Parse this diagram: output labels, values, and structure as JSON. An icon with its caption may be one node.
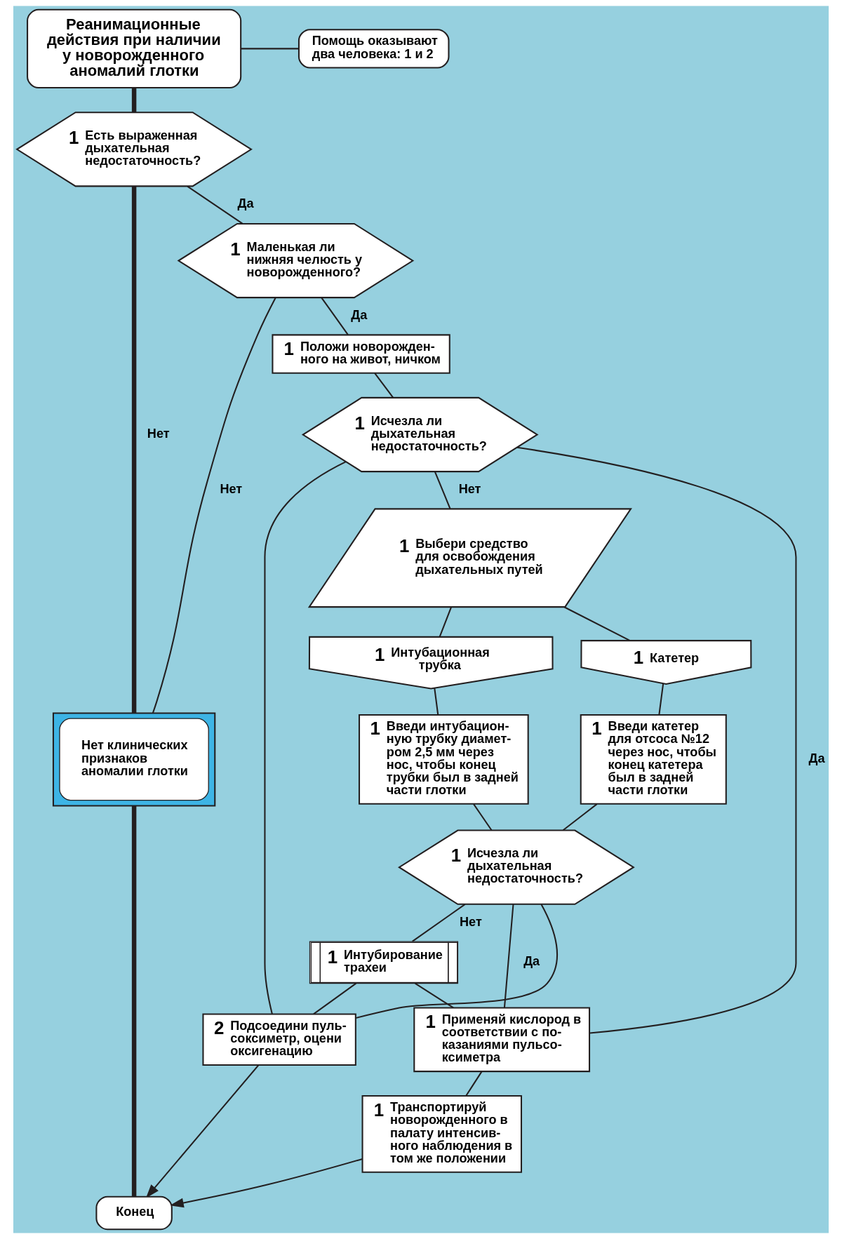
{
  "diagram": {
    "nodes": [
      {
        "text": [
          "Реанимационные действия при наличии у новорожденного аномалий глотки"
        ]
      },
      {
        "text": [
          "Помощь оказывают два человека: 1 и 2"
        ]
      },
      {
        "text": [
          "1",
          "Есть выраженная дыхательная недостаточность?"
        ]
      },
      {
        "text": [
          "1",
          "Маленькая ли нижняя челюсть у новорожденного?"
        ]
      },
      {
        "text": [
          "1",
          "Положи новорожден- ного на живот, ничком"
        ]
      },
      {
        "text": [
          "1",
          "Исчезла ли дыхательная недостаточность?"
        ]
      },
      {
        "text": [
          "1",
          "Выбери средство для освобождения дыхательных путей"
        ]
      },
      {
        "text": [
          "1",
          "Интубационная трубка"
        ]
      },
      {
        "text": [
          "1",
          "Катетер"
        ]
      },
      {
        "text": [
          "Нет клинических признаков аномалии глотки"
        ]
      },
      {
        "text": [
          "1",
          "Введи интубацион- ную трубку диамет- ром 2,5 мм через нос, чтобы конец трубки был в задней части глотки"
        ]
      },
      {
        "text": [
          "1",
          "Введи катетер для отсоса №12 через нос, чтобы конец катетера был в задней части глотки"
        ]
      },
      {
        "text": [
          "1",
          "Исчезла ли дыхательная недостаточность?"
        ]
      },
      {
        "text": [
          "1",
          "Интубирование трахеи"
        ]
      },
      {
        "text": [
          "1",
          "Применяй кислород в соответствии с по- казаниями пульсо- ксиметра"
        ]
      },
      {
        "text": [
          "2",
          "Подсоедини пуль- соксиметр, оцени оксигенацию"
        ]
      },
      {
        "text": [
          "1",
          "Транспортируй новорожденного в палату интенсив- ного наблюдения в том же положении"
        ]
      },
      {
        "text": [
          "Конец"
        ]
      }
    ],
    "edges": [
      {
        "from": 0,
        "to": 1,
        "arrow": "none"
      },
      {
        "from": 0,
        "to": 2,
        "arrow": "none",
        "style": "thick"
      },
      {
        "from": 2,
        "to": 3,
        "arrow": "none",
        "label": "Да"
      },
      {
        "from": 2,
        "to": 9,
        "arrow": "none",
        "label": "Нет",
        "style": "thick"
      },
      {
        "from": 3,
        "to": 9,
        "arrow": "none",
        "label": "Нет"
      },
      {
        "from": 3,
        "to": 4,
        "arrow": "none",
        "label": "Да"
      },
      {
        "from": 4,
        "to": 5,
        "arrow": "none"
      },
      {
        "from": 5,
        "to": 6,
        "arrow": "none",
        "label": "Нет"
      },
      {
        "from": 5,
        "to": 14,
        "arrow": "none",
        "label": "Да"
      },
      {
        "from": 5,
        "to": 15,
        "arrow": "none"
      },
      {
        "from": 6,
        "to": 7,
        "arrow": "none"
      },
      {
        "from": 6,
        "to": 8,
        "arrow": "none"
      },
      {
        "from": 7,
        "to": 10,
        "arrow": "none"
      },
      {
        "from": 8,
        "to": 11,
        "arrow": "none"
      },
      {
        "from": 10,
        "to": 12,
        "arrow": "none"
      },
      {
        "from": 11,
        "to": 12,
        "arrow": "none"
      },
      {
        "from": 12,
        "to": 13,
        "arrow": "none",
        "label": "Нет"
      },
      {
        "from": 12,
        "to": 14,
        "arrow": "none",
        "label": "Да"
      },
      {
        "from": 12,
        "to": 15,
        "arrow": "none"
      },
      {
        "from": 13,
        "to": 14,
        "arrow": "none"
      },
      {
        "from": 13,
        "to": 15,
        "arrow": "none"
      },
      {
        "from": 14,
        "to": 16,
        "arrow": "none"
      },
      {
        "from": 16,
        "to": 17,
        "arrow": "to"
      },
      {
        "from": 15,
        "to": 17,
        "arrow": "to"
      },
      {
        "from": 9,
        "to": 17,
        "arrow": "none",
        "style": "thick"
      }
    ]
  }
}
